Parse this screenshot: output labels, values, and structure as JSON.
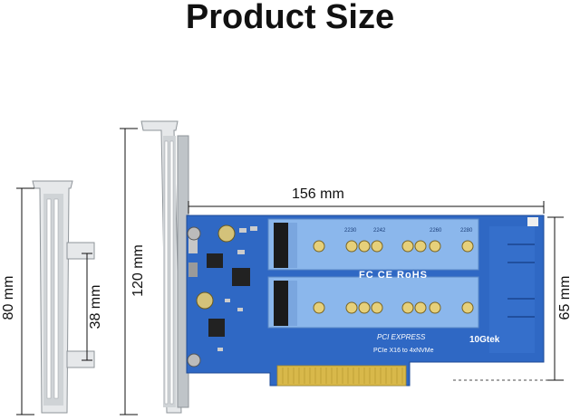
{
  "title": "Product Size",
  "dimensions": {
    "full_height_bracket": "120 mm",
    "low_profile_bracket": "80 mm",
    "bracket_slot_spacing": "38 mm",
    "card_length": "156 mm",
    "card_height": "65 mm"
  },
  "board_text": {
    "brand": "10Gtek",
    "pci_logo": "PCI EXPRESS",
    "model": "PCIe X16 to 4xNVMe",
    "cert": "FC CE RoHS",
    "slot_sizes": [
      "2230",
      "2242",
      "2260",
      "2280"
    ]
  },
  "colors": {
    "pcb": "#2f68c4",
    "slot_area": "#8bb7ec",
    "gold_fingers": "#d8b84a",
    "bracket": "#d9dcdf"
  }
}
